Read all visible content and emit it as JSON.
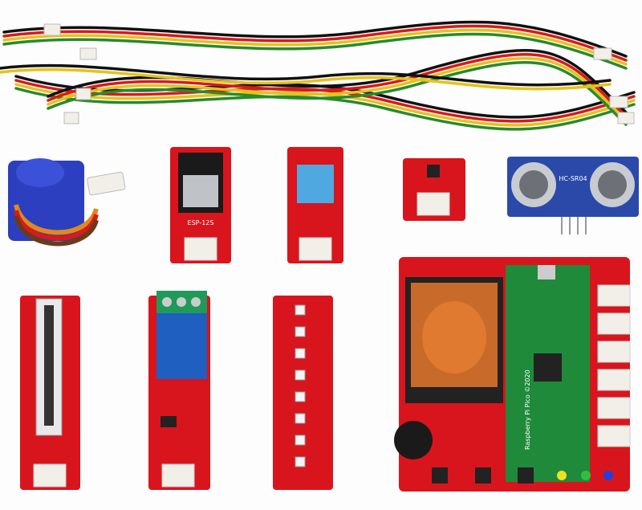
{
  "image": {
    "kind": "product photo of electronics kit",
    "labels": {
      "ultrasonic": "HC-SR04",
      "wifi_module": "ESP-12S",
      "pico": "Raspberry Pi Pico ©2020"
    },
    "colors": {
      "board_red": "#d8151c",
      "pico_green": "#1f8a3a",
      "sensor_blue": "#2a49a8",
      "servo_blue": "#2c3fc0",
      "dht_blue": "#4fa8e0",
      "terminal_green": "#1f9a5a",
      "connector_white": "#f1efe8"
    }
  }
}
